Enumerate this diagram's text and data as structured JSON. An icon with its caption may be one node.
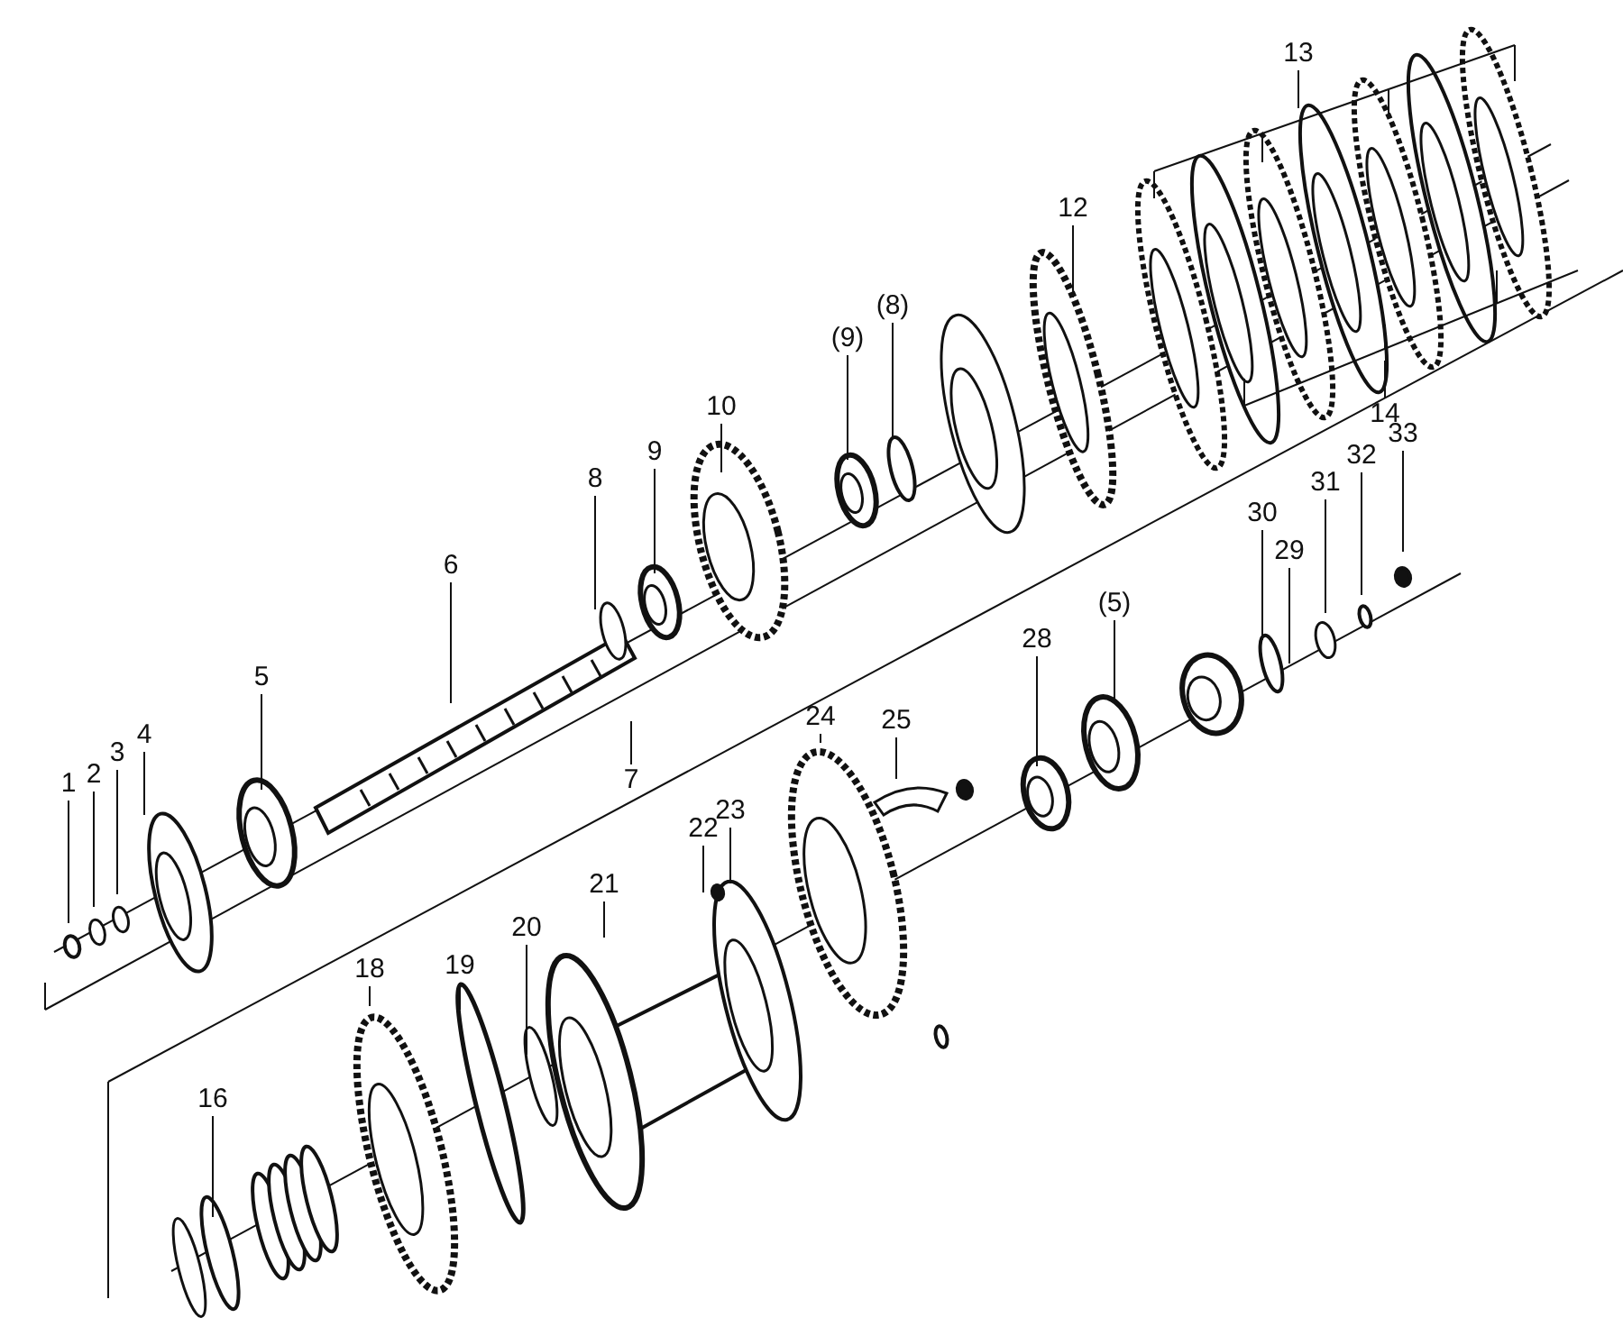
{
  "diagram": {
    "nodes": [
      {
        "text": [
          "13"
        ]
      },
      {
        "text": [
          "12"
        ]
      },
      {
        "text": [
          "(9)"
        ]
      },
      {
        "text": [
          "(8)"
        ]
      },
      {
        "text": [
          "10"
        ]
      },
      {
        "text": [
          "14"
        ]
      },
      {
        "text": [
          "9"
        ]
      },
      {
        "text": [
          "8"
        ]
      },
      {
        "text": [
          "6"
        ]
      },
      {
        "text": [
          "33"
        ]
      },
      {
        "text": [
          "32"
        ]
      },
      {
        "text": [
          "31"
        ]
      },
      {
        "text": [
          "30"
        ]
      },
      {
        "text": [
          "29"
        ]
      },
      {
        "text": [
          "28"
        ]
      },
      {
        "text": [
          "(5)"
        ]
      },
      {
        "text": [
          "5"
        ]
      },
      {
        "text": [
          "7"
        ]
      },
      {
        "text": [
          "25"
        ]
      },
      {
        "text": [
          "4"
        ]
      },
      {
        "text": [
          "1"
        ]
      },
      {
        "text": [
          "2"
        ]
      },
      {
        "text": [
          "3"
        ]
      },
      {
        "text": [
          "24"
        ]
      },
      {
        "text": [
          "22"
        ]
      },
      {
        "text": [
          "23"
        ]
      },
      {
        "text": [
          "21"
        ]
      },
      {
        "text": [
          "20"
        ]
      },
      {
        "text": [
          "19"
        ]
      },
      {
        "text": [
          "18"
        ]
      },
      {
        "text": [
          "16"
        ]
      }
    ],
    "edges": [
      {
        "from": 0,
        "to": null,
        "arrow": "none"
      },
      {
        "from": 1,
        "to": null,
        "arrow": "none"
      },
      {
        "from": 2,
        "to": null,
        "arrow": "none"
      },
      {
        "from": 3,
        "to": null,
        "arrow": "none"
      },
      {
        "from": 4,
        "to": null,
        "arrow": "none"
      },
      {
        "from": 5,
        "to": null,
        "arrow": "none"
      },
      {
        "from": 6,
        "to": null,
        "arrow": "none"
      },
      {
        "from": 7,
        "to": null,
        "arrow": "none"
      },
      {
        "from": 8,
        "to": null,
        "arrow": "none"
      },
      {
        "from": 9,
        "to": null,
        "arrow": "none"
      },
      {
        "from": 10,
        "to": null,
        "arrow": "none"
      },
      {
        "from": 11,
        "to": null,
        "arrow": "none"
      },
      {
        "from": 12,
        "to": null,
        "arrow": "none"
      },
      {
        "from": 13,
        "to": null,
        "arrow": "none"
      },
      {
        "from": 14,
        "to": null,
        "arrow": "none"
      },
      {
        "from": 15,
        "to": null,
        "arrow": "none"
      },
      {
        "from": 16,
        "to": null,
        "arrow": "none"
      },
      {
        "from": 17,
        "to": null,
        "arrow": "none"
      },
      {
        "from": 18,
        "to": null,
        "arrow": "none"
      },
      {
        "from": 19,
        "to": null,
        "arrow": "none"
      },
      {
        "from": 20,
        "to": null,
        "arrow": "none"
      },
      {
        "from": 21,
        "to": null,
        "arrow": "none"
      },
      {
        "from": 22,
        "to": null,
        "arrow": "none"
      },
      {
        "from": 23,
        "to": null,
        "arrow": "none"
      },
      {
        "from": 24,
        "to": null,
        "arrow": "none"
      },
      {
        "from": 25,
        "to": null,
        "arrow": "none"
      },
      {
        "from": 26,
        "to": null,
        "arrow": "none"
      },
      {
        "from": 27,
        "to": null,
        "arrow": "none"
      },
      {
        "from": 28,
        "to": null,
        "arrow": "none"
      },
      {
        "from": 29,
        "to": null,
        "arrow": "none"
      },
      {
        "from": 30,
        "to": null,
        "arrow": "none"
      }
    ]
  }
}
